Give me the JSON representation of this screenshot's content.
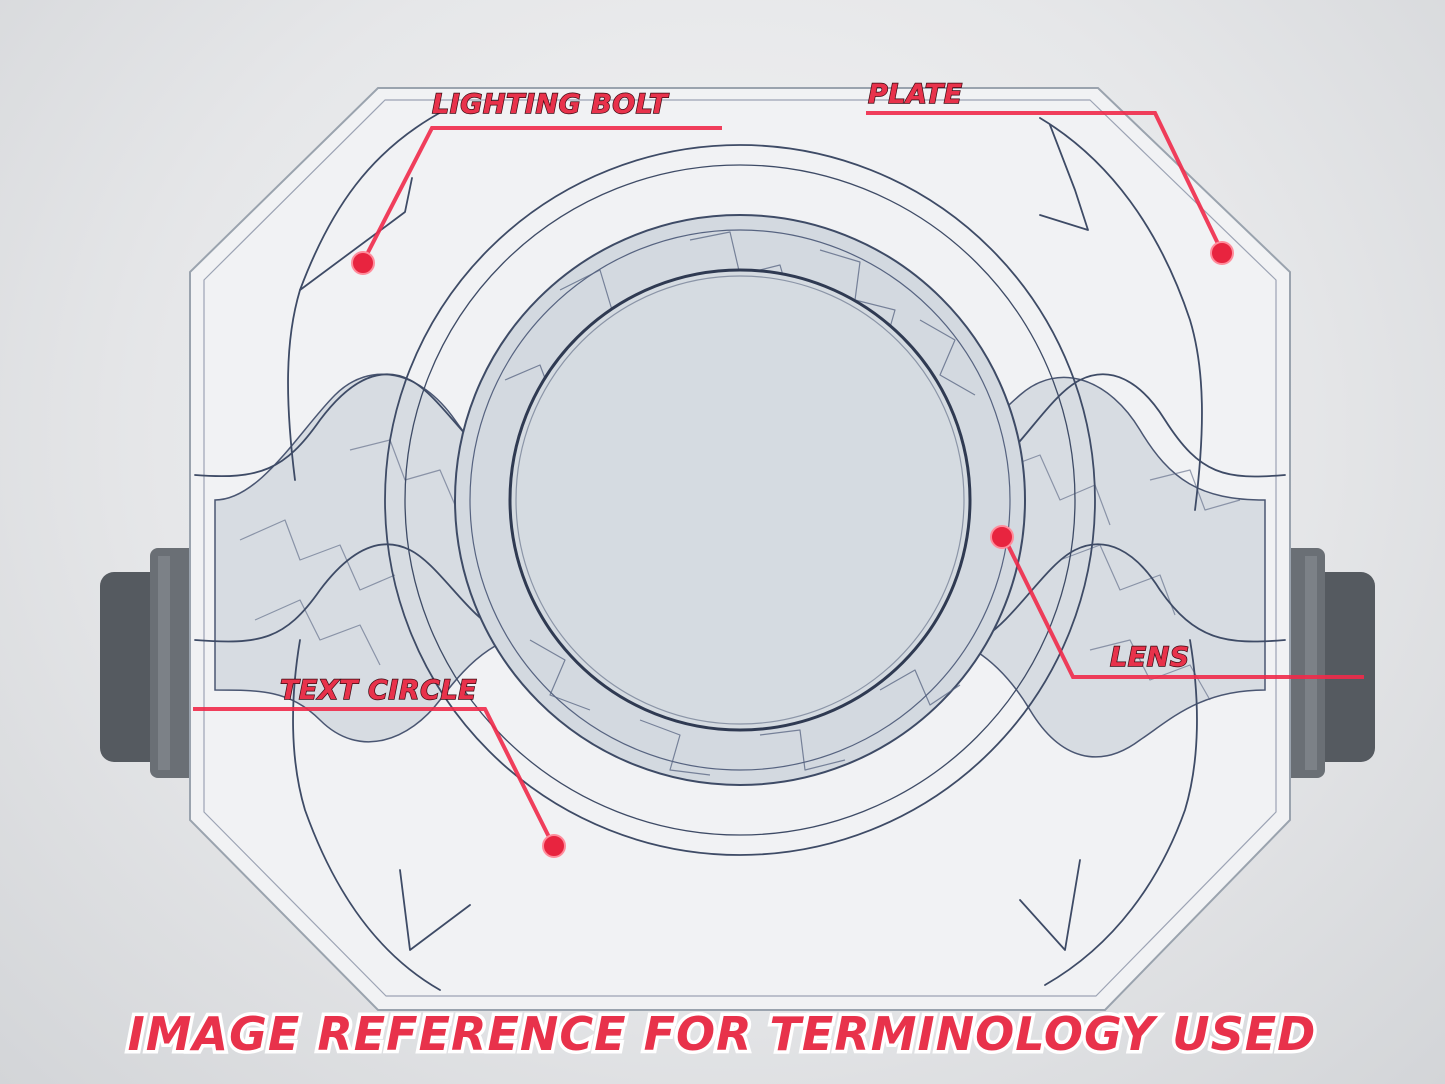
{
  "callouts": {
    "lighting_bolt": "LIGHTING BOLT",
    "plate": "PLATE",
    "lens": "LENS",
    "text_circle": "TEXT CIRCLE"
  },
  "footer": {
    "caption": "IMAGE REFERENCE FOR TERMINOLOGY USED"
  },
  "colors": {
    "accent": "#e8324b",
    "leader": "#ef2a4a",
    "plate": "#f2f3f5",
    "lens": "#d5dbe1",
    "knob": "#565b61",
    "ink": "#3e4b66"
  }
}
